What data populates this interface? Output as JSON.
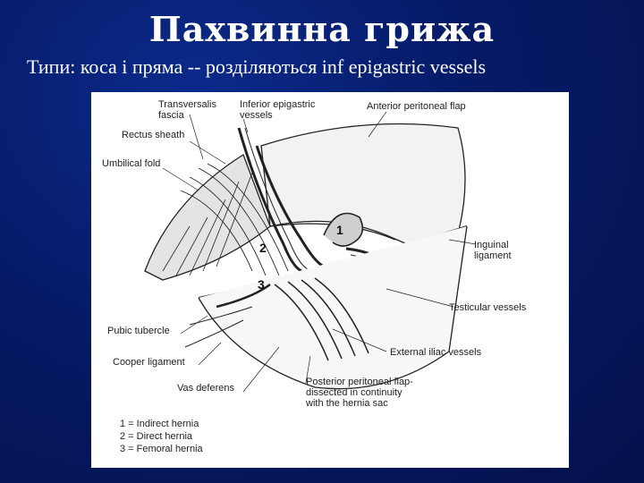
{
  "slide": {
    "title": "Пахвинна грижа",
    "subtitle": "Типи: коса і пряма -- розділяються inf epigastric vessels"
  },
  "figure": {
    "labels": {
      "transversalis_1": "Transversalis",
      "transversalis_2": "fascia",
      "inferior_epigastric_1": "Inferior epigastric",
      "inferior_epigastric_2": "vessels",
      "anterior_flap": "Anterior peritoneal flap",
      "rectus_sheath": "Rectus sheath",
      "umbilical_fold": "Umbilical fold",
      "inguinal_1": "Inguinal",
      "inguinal_2": "ligament",
      "testicular": "Testicular vessels",
      "pubic_tubercle": "Pubic tubercle",
      "external_iliac": "External iliac vessels",
      "cooper": "Cooper ligament",
      "vas_deferens": "Vas deferens",
      "posterior_1": "Posterior peritoneal flap-",
      "posterior_2": "dissected in continuity",
      "posterior_3": "with the hernia sac"
    },
    "markers": {
      "m1": "1",
      "m2": "2",
      "m3": "3"
    },
    "legend": [
      "1 = Indirect hernia",
      "2 = Direct hernia",
      "3 = Femoral hernia"
    ]
  }
}
